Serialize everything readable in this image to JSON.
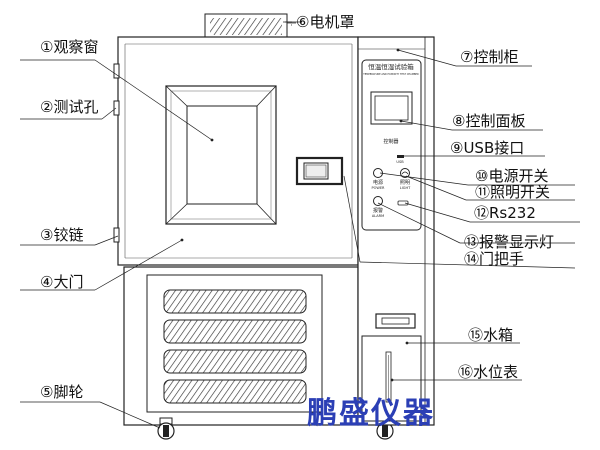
{
  "brand": "鹏盛仪器",
  "panel": {
    "header": "恒温恒湿试验箱",
    "subheader": "TEMPERATURE AND HUMIDITY TEST CHAMBER",
    "controller": "控制器",
    "power_cn": "电源",
    "power_en": "POWER",
    "light_cn": "照明",
    "light_en": "LIGHT",
    "alarm_cn": "报警",
    "alarm_en": "ALARM",
    "usb_en": "USB"
  },
  "callouts": [
    {
      "id": "motor-cover",
      "text": "⑥电机罩"
    },
    {
      "id": "viewing-window",
      "text": "①观察窗"
    },
    {
      "id": "control-cabinet",
      "text": "⑦控制柜"
    },
    {
      "id": "test-hole",
      "text": "②测试孔"
    },
    {
      "id": "control-panel",
      "text": "⑧控制面板"
    },
    {
      "id": "usb-port",
      "text": "⑨USB接口"
    },
    {
      "id": "power-switch",
      "text": "⑩电源开关"
    },
    {
      "id": "light-switch",
      "text": "⑪照明开关"
    },
    {
      "id": "rs232",
      "text": "⑫Rs232"
    },
    {
      "id": "hinge",
      "text": "③铰链"
    },
    {
      "id": "alarm-lamp",
      "text": "⑬报警显示灯"
    },
    {
      "id": "door-handle",
      "text": "⑭门把手"
    },
    {
      "id": "door",
      "text": "④大门"
    },
    {
      "id": "water-tank",
      "text": "⑮水箱"
    },
    {
      "id": "water-gauge",
      "text": "⑯水位表"
    },
    {
      "id": "caster",
      "text": "⑤脚轮"
    }
  ]
}
